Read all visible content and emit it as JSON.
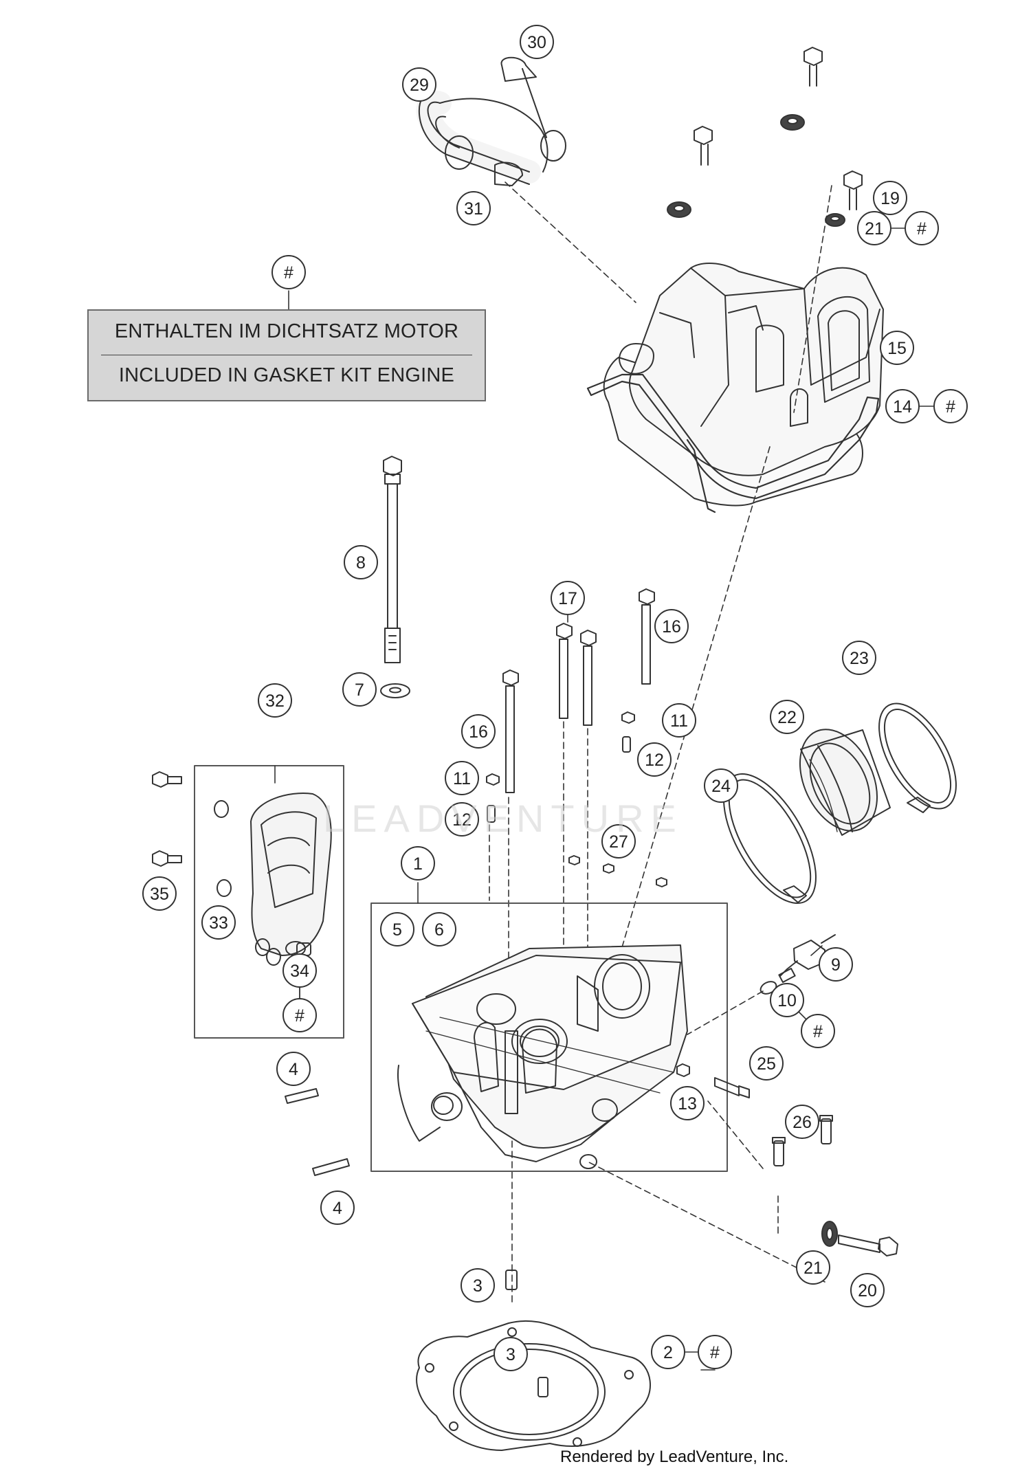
{
  "legend": {
    "marker": "#",
    "line_de": "ENTHALTEN IM DICHTSATZ MOTOR",
    "line_en": "INCLUDED IN GASKET KIT ENGINE"
  },
  "watermark": "LEADVENTURE",
  "footer": "Rendered by LeadVenture, Inc.",
  "callouts": [
    {
      "id": "c30",
      "label": "30"
    },
    {
      "id": "c29",
      "label": "29"
    },
    {
      "id": "c31",
      "label": "31"
    },
    {
      "id": "c19",
      "label": "19"
    },
    {
      "id": "c21a",
      "label": "21"
    },
    {
      "id": "c21a_h",
      "label": "#"
    },
    {
      "id": "c15",
      "label": "15"
    },
    {
      "id": "c14",
      "label": "14"
    },
    {
      "id": "c14_h",
      "label": "#"
    },
    {
      "id": "c8",
      "label": "8"
    },
    {
      "id": "c7",
      "label": "7"
    },
    {
      "id": "c17",
      "label": "17"
    },
    {
      "id": "c16a",
      "label": "16"
    },
    {
      "id": "c16b",
      "label": "16"
    },
    {
      "id": "c11a",
      "label": "11"
    },
    {
      "id": "c12a",
      "label": "12"
    },
    {
      "id": "c11b",
      "label": "11"
    },
    {
      "id": "c12b",
      "label": "12"
    },
    {
      "id": "c23",
      "label": "23"
    },
    {
      "id": "c22",
      "label": "22"
    },
    {
      "id": "c24",
      "label": "24"
    },
    {
      "id": "c32",
      "label": "32"
    },
    {
      "id": "c35",
      "label": "35"
    },
    {
      "id": "c33",
      "label": "33"
    },
    {
      "id": "c34",
      "label": "34"
    },
    {
      "id": "c34_h",
      "label": "#"
    },
    {
      "id": "c1",
      "label": "1"
    },
    {
      "id": "c5",
      "label": "5"
    },
    {
      "id": "c6",
      "label": "6"
    },
    {
      "id": "c27",
      "label": "27"
    },
    {
      "id": "c9",
      "label": "9"
    },
    {
      "id": "c10",
      "label": "10"
    },
    {
      "id": "c10_h",
      "label": "#"
    },
    {
      "id": "c25",
      "label": "25"
    },
    {
      "id": "c13",
      "label": "13"
    },
    {
      "id": "c26",
      "label": "26"
    },
    {
      "id": "c4a",
      "label": "4"
    },
    {
      "id": "c4b",
      "label": "4"
    },
    {
      "id": "c21b",
      "label": "21"
    },
    {
      "id": "c20",
      "label": "20"
    },
    {
      "id": "c3a",
      "label": "3"
    },
    {
      "id": "c3b",
      "label": "3"
    },
    {
      "id": "c2",
      "label": "2"
    },
    {
      "id": "c2_h",
      "label": "#"
    },
    {
      "id": "cLegend",
      "label": "#"
    }
  ]
}
